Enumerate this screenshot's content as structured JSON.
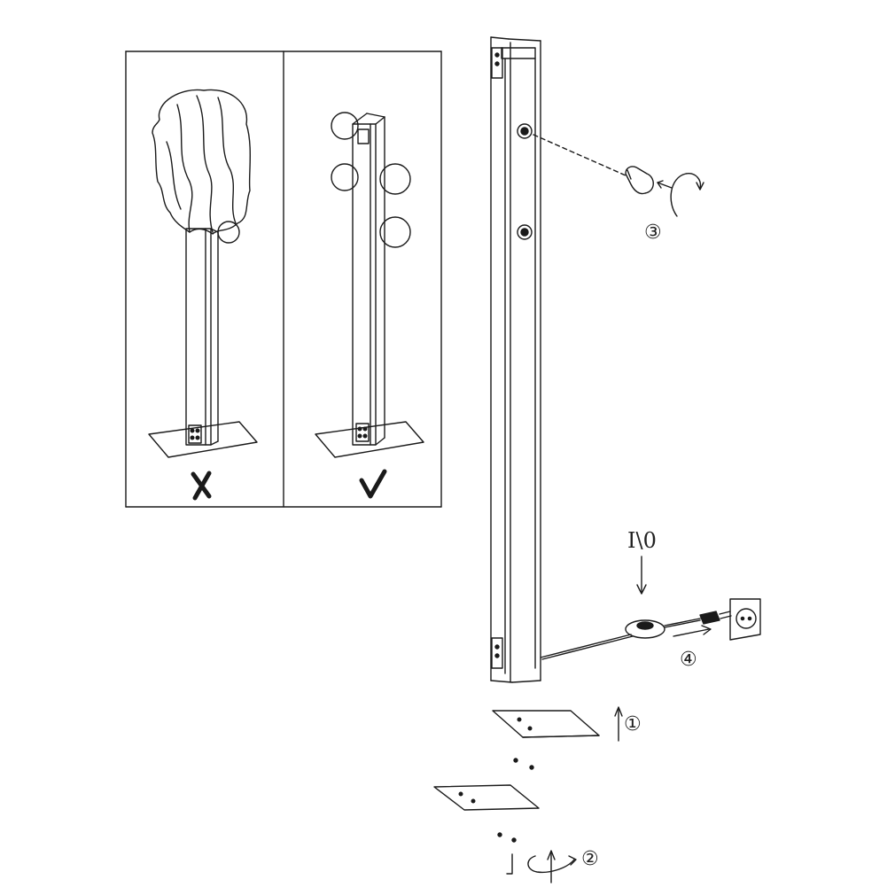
{
  "switch_label": "I\\0",
  "steps": {
    "s1": "①",
    "s2": "②",
    "s3": "③",
    "s4": "④"
  },
  "panels": [
    {
      "name": "incorrect",
      "mark": "cross-icon"
    },
    {
      "name": "correct",
      "mark": "check-icon"
    }
  ],
  "colors": {
    "line": "#1a1a1a",
    "background": "#ffffff"
  }
}
